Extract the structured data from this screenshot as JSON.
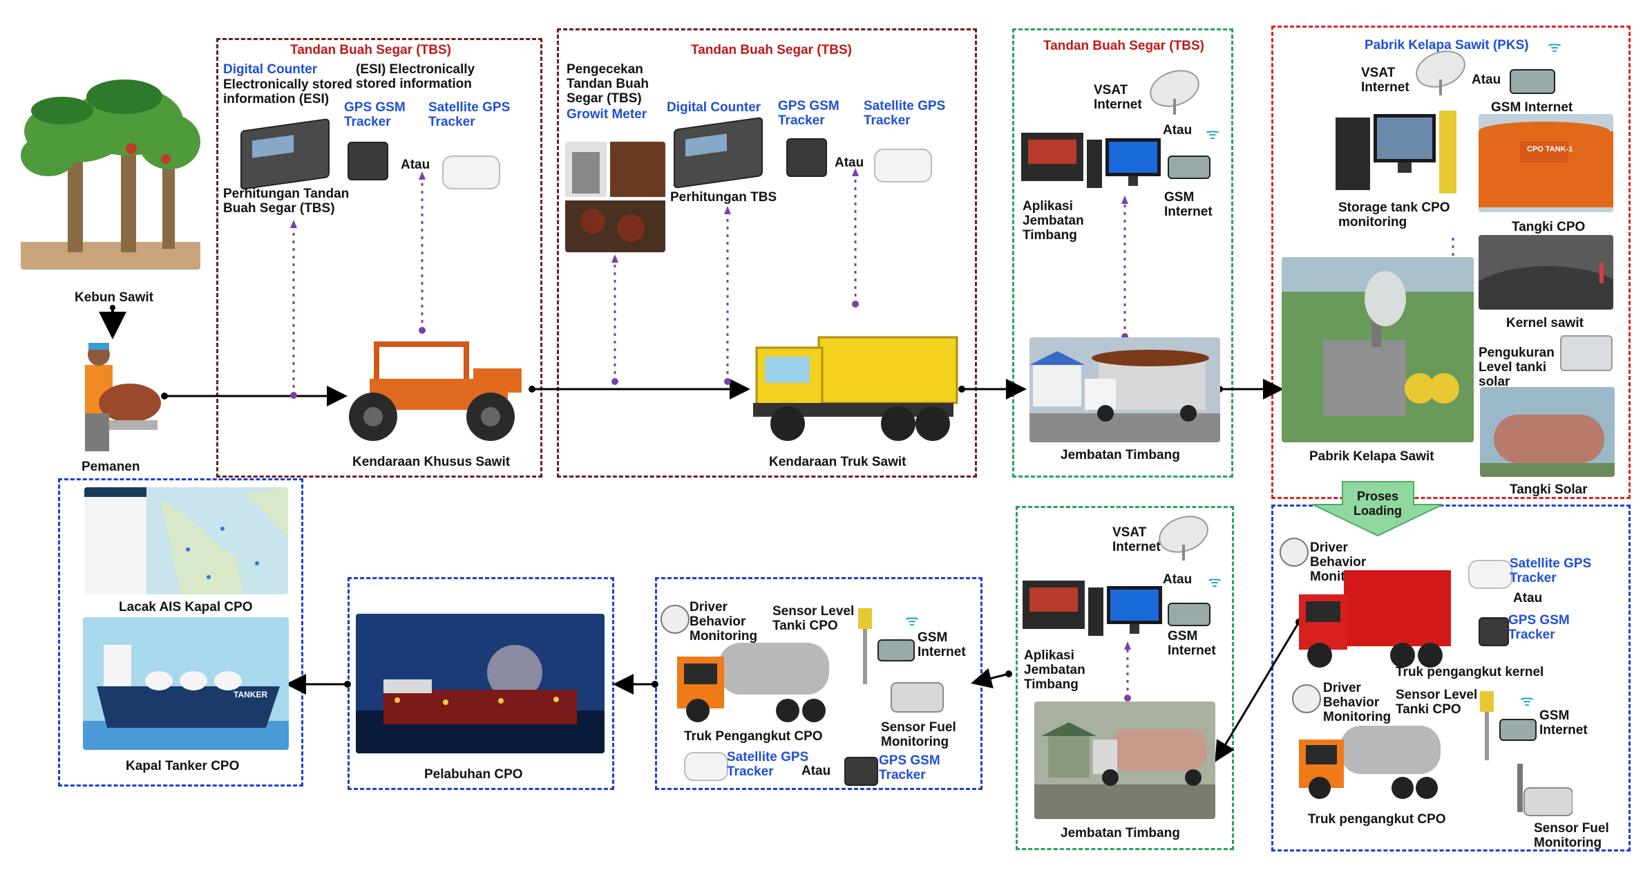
{
  "colors": {
    "brown_box": "#6b1d1d",
    "green_box": "#25a35a",
    "red_box": "#e02020",
    "blue_box": "#1a3fd6",
    "accent_blue": "#1f4fd8",
    "accent_red": "#c01818",
    "arrow": "#000000",
    "dotted_purple": "#7a3fa8"
  },
  "section1": {
    "title": "Tandan Buah Segar (TBS)",
    "digital_counter": "Digital Counter",
    "esi_left": "Electronically stored information (ESI)",
    "esi_right": "(ESI) Electronically stored information",
    "gps_gsm": "GPS GSM Tracker",
    "satellite_gps": "Satellite GPS Tracker",
    "atau": "Atau",
    "perhitungan": "Perhitungan Tandan Buah Segar (TBS)",
    "vehicle": "Kendaraan Khusus Sawit"
  },
  "kebun": "Kebun Sawit",
  "pemanen": "Pemanen",
  "section2": {
    "title": "Tandan Buah Segar (TBS)",
    "pengecekan": "Pengecekan Tandan Buah Segar (TBS)",
    "growit": "Growit Meter",
    "digital_counter": "Digital Counter",
    "gps_gsm": "GPS GSM Tracker",
    "satellite_gps": "Satellite GPS Tracker",
    "atau": "Atau",
    "perhitungan": "Perhitungan TBS",
    "vehicle": "Kendaraan Truk Sawit"
  },
  "section3": {
    "title": "Tandan Buah Segar (TBS)",
    "vsat": "VSAT Internet",
    "atau": "Atau",
    "gsm": "GSM Internet",
    "aplikasi": "Aplikasi Jembatan Timbang",
    "jembatan": "Jembatan Timbang"
  },
  "section4": {
    "title": "Pabrik Kelapa Sawit (PKS)",
    "vsat": "VSAT Internet",
    "atau": "Atau",
    "gsm": "GSM Internet",
    "storage": "Storage tank CPO monitoring",
    "tangki_cpo": "Tangki CPO",
    "tank_sign": "CPO TANK-1",
    "kernel": "Kernel sawit",
    "pengukuran": "Pengukuran Level tanki solar",
    "pabrik": "Pabrik Kelapa Sawit",
    "tangki_solar": "Tangki Solar",
    "proses": "Proses Loading"
  },
  "section5": {
    "driver": "Driver Behavior Monitoring",
    "satellite_gps": "Satellite GPS Tracker",
    "atau": "Atau",
    "gps_gsm": "GPS GSM Tracker",
    "truk_kernel": "Truk pengangkut kernel",
    "driver2": "Driver Behavior Monitoring",
    "sensor_level": "Sensor Level Tanki CPO",
    "gsm": "GSM Internet",
    "truk_cpo": "Truk pengangkut CPO",
    "sensor_fuel": "Sensor Fuel Monitoring"
  },
  "section6": {
    "vsat": "VSAT Internet",
    "atau": "Atau",
    "gsm": "GSM Internet",
    "aplikasi": "Aplikasi Jembatan Timbang",
    "jembatan": "Jembatan Timbang"
  },
  "section7": {
    "driver": "Driver Behavior Monitoring",
    "sensor_level": "Sensor Level Tanki CPO",
    "gsm": "GSM Internet",
    "truk": "Truk Pengangkut CPO",
    "sensor_fuel": "Sensor Fuel Monitoring",
    "satellite_gps": "Satellite GPS Tracker",
    "atau": "Atau",
    "gps_gsm": "GPS GSM Tracker"
  },
  "section8": {
    "pelabuhan": "Pelabuhan CPO"
  },
  "section9": {
    "lacak": "Lacak AIS Kapal CPO",
    "kapal": "Kapal Tanker CPO",
    "tanker_text": "TANKER"
  }
}
